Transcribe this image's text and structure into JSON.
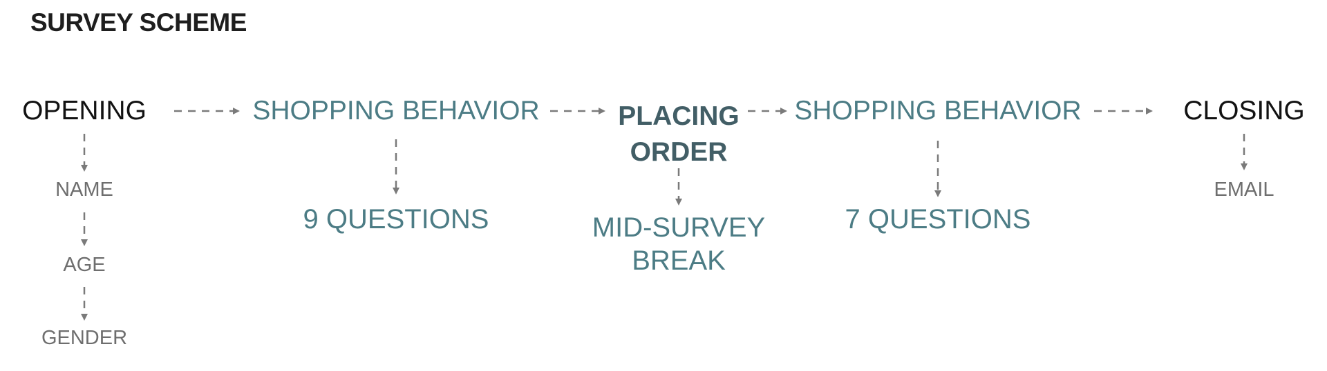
{
  "title": "SURVEY SCHEME",
  "colors": {
    "main_text": "#121212",
    "teal": "#4c7c85",
    "dark_teal": "#425e66",
    "gray_text": "#6e6e6e",
    "arrow": "#7a7a7a"
  },
  "nodes": {
    "opening": "OPENING",
    "shopping_behavior_1": "SHOPPING BEHAVIOR",
    "placing_order": [
      "PLACING",
      "ORDER"
    ],
    "shopping_behavior_2": "SHOPPING BEHAVIOR",
    "closing": "CLOSING"
  },
  "details": {
    "opening_items": [
      "NAME",
      "AGE",
      "GENDER"
    ],
    "shopping_behavior_1_detail": "9 QUESTIONS",
    "placing_order_detail": [
      "MID-SURVEY",
      "BREAK"
    ],
    "shopping_behavior_2_detail": "7 QUESTIONS",
    "closing_items": [
      "EMAIL"
    ]
  },
  "arrow_style": "dashed"
}
